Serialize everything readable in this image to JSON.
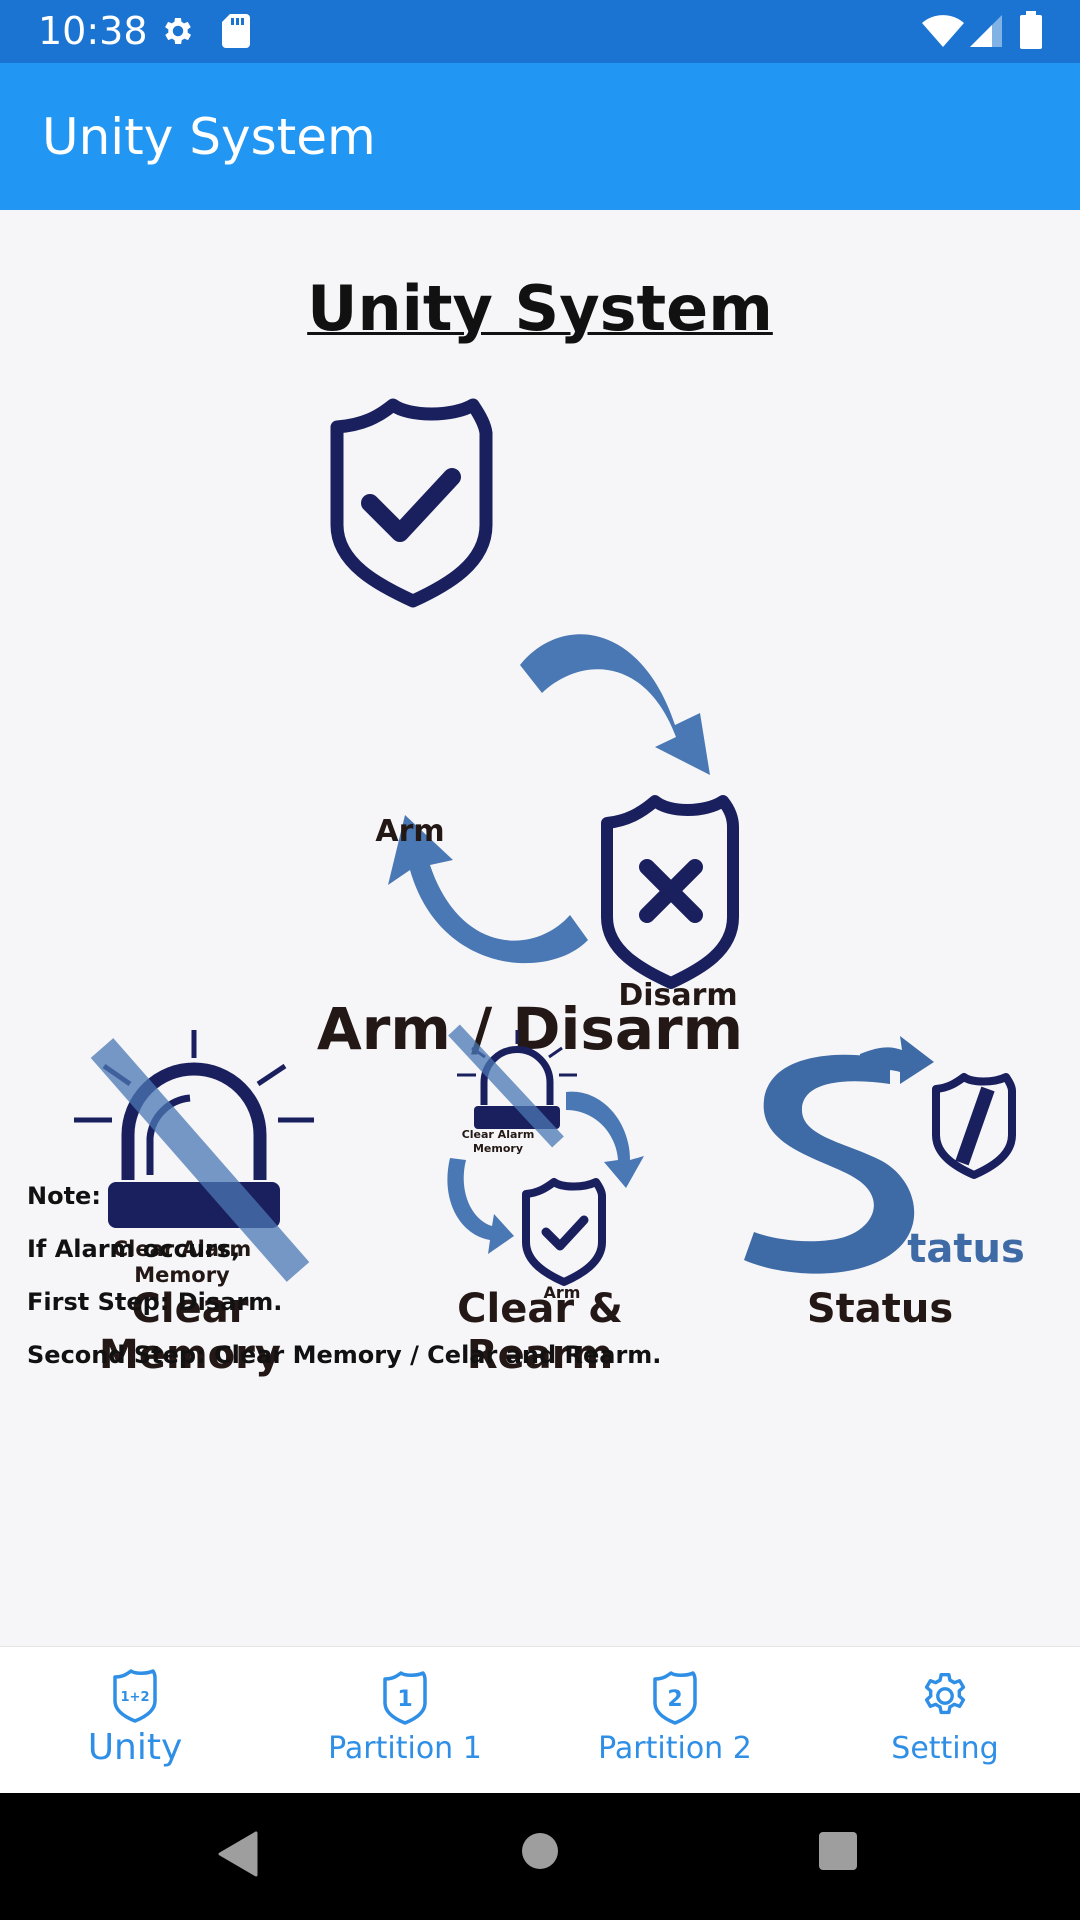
{
  "status_bar": {
    "time": "10:38",
    "icons": [
      "settings-icon",
      "sd-card-icon",
      "wifi-icon",
      "cell-signal-icon",
      "battery-icon"
    ]
  },
  "app_bar": {
    "title": "Unity System"
  },
  "main": {
    "title": "Unity System",
    "arm_disarm": {
      "arm_label": "Arm",
      "disarm_label": "Disarm",
      "caption": "Arm / Disarm"
    },
    "actions": [
      {
        "id": "clear-memory",
        "inner_label_1": "Clear Alarm",
        "inner_label_2": "Memory",
        "caption": "Clear Memory"
      },
      {
        "id": "clear-rearm",
        "inner_label_1": "Clear Alarm",
        "inner_label_2": "Memory",
        "inner_label_3": "Arm",
        "caption": "Clear & Rearm"
      },
      {
        "id": "status",
        "inner_label": "tatus",
        "caption": "Status"
      }
    ],
    "note": [
      "Note:",
      "If Alarm occurs,",
      "First Step: Disarm.",
      "Second Step: Clear Memory / Celar and Rearm."
    ]
  },
  "bottom_nav": {
    "items": [
      {
        "label": "Unity",
        "icon": "shield-1plus2-icon",
        "badge": "1+2",
        "active": true
      },
      {
        "label": "Partition 1",
        "icon": "shield-1-icon",
        "badge": "1",
        "active": false
      },
      {
        "label": "Partition 2",
        "icon": "shield-2-icon",
        "badge": "2",
        "active": false
      },
      {
        "label": "Setting",
        "icon": "gear-icon",
        "active": false
      }
    ]
  },
  "colors": {
    "status_bar": "#1b74d2",
    "app_bar": "#2196f3",
    "navy": "#1a1f5e",
    "arrow_blue": "#4a78b4",
    "status_blue": "#3e6aa6",
    "nav_text": "#2f8fe6",
    "caption_dark": "#231815"
  }
}
